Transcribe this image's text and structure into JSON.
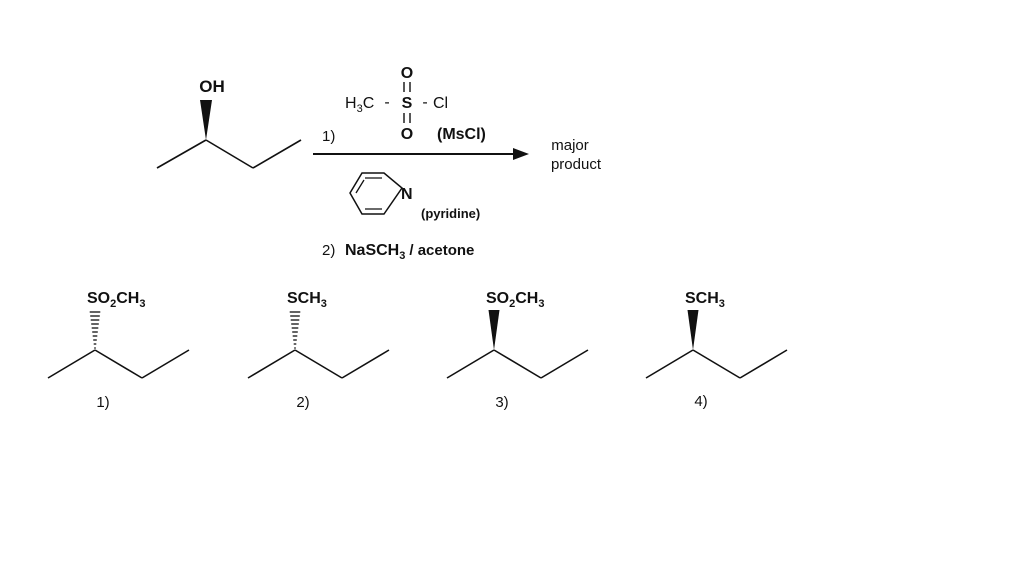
{
  "reaction": {
    "starting_material": {
      "group": "OH"
    },
    "reagent_1": {
      "step": "1)",
      "o_top": "O",
      "o_bottom": "O",
      "h3c": "H",
      "h3c_sub": "3",
      "h3c_c": "C",
      "dash1": "-",
      "sulfur": "S",
      "dash2": "-",
      "chlorine": "Cl",
      "abbreviation": "(MsCl)",
      "pyridine_n": "N",
      "pyridine_label": "(pyridine)"
    },
    "reagent_2": {
      "step": "2)",
      "prefix": "NaSCH",
      "sub": "3",
      "suffix": "/ acetone"
    },
    "product_label_line1": "major",
    "product_label_line2": "product"
  },
  "choices": [
    {
      "number": "1)",
      "group_parts": [
        "SO",
        "2",
        "CH",
        "3"
      ],
      "stereo": "hash"
    },
    {
      "number": "2)",
      "group_parts": [
        "SCH",
        "3"
      ],
      "stereo": "hash"
    },
    {
      "number": "3)",
      "group_parts": [
        "SO",
        "2",
        "CH",
        "3"
      ],
      "stereo": "wedge"
    },
    {
      "number": "4)",
      "group_parts": [
        "SCH",
        "3"
      ],
      "stereo": "wedge"
    }
  ]
}
